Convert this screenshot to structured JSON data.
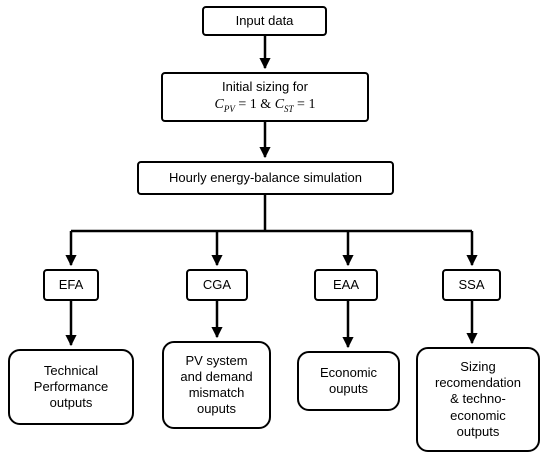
{
  "diagram": {
    "input": "Input data",
    "initial_sizing": {
      "line1": "Initial sizing for",
      "cpv_var": "C",
      "cpv_sub": "PV",
      "cpv_val": " = 1 & ",
      "cst_var": "C",
      "cst_sub": "ST",
      "cst_val": " = 1"
    },
    "simulation": "Hourly energy-balance simulation",
    "analyses": [
      {
        "label": "EFA",
        "output": [
          "Technical",
          "Performance",
          "outputs"
        ]
      },
      {
        "label": "CGA",
        "output": [
          "PV system",
          "and demand",
          "mismatch",
          "ouputs"
        ]
      },
      {
        "label": "EAA",
        "output": [
          "Economic",
          "ouputs"
        ]
      },
      {
        "label": "SSA",
        "output": [
          "Sizing",
          "recomendation",
          "& techno-",
          "economic",
          "outputs"
        ]
      }
    ]
  }
}
